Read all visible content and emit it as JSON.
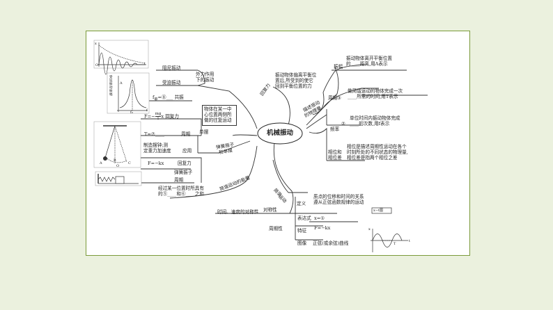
{
  "center": "机械振动",
  "right": {
    "b1": "回复力",
    "b1_desc": [
      "振动物体偏离平衡位",
      "置后,所受到的使它",
      "回到平衡位置的力"
    ],
    "b2": [
      "描述振动",
      "的物理量"
    ],
    "amp_label": "振幅",
    "amp_desc": [
      "振动物体离开平衡位置",
      "的____距离,用A表示"
    ],
    "amp_num": "④",
    "period_label": "周期",
    "period_num": "③",
    "period_desc": [
      "做简谐运动的物体完成一次",
      "____所需的时间,用T表示"
    ],
    "freq_label": "频率",
    "freq_num": "②",
    "freq_desc": [
      "单位时间内振动物体完成",
      "____的次数,用f表示"
    ],
    "phase_label": [
      "相位和",
      "相位差"
    ],
    "phase_desc": [
      "相位是描述周期性运动在各个",
      "时刻所处的不同状态的物理量,",
      "相位差是指两个相位之差"
    ]
  },
  "left": {
    "b_outside": [
      "外力作用",
      "下的振动"
    ],
    "damped": "阻尼振动",
    "forced": "受迫振动",
    "resonance": [
      "f",
      "驱",
      "=⑧___ 共振"
    ],
    "definition": [
      "物体在某一中",
      "心位置两侧所",
      "做的往复运动"
    ],
    "pendulum": "单摆",
    "pend_force": [
      "F=−",
      "mg",
      "l",
      "x 回复力"
    ],
    "pend_period": [
      "T=⑦____",
      "周期"
    ],
    "application": [
      "制造摆钟;测",
      "定重力加速度"
    ],
    "app_label": "应用",
    "b_spring": [
      "弹簧振子",
      "和单摆"
    ],
    "spring_force": [
      "F=−kx",
      "回复力"
    ],
    "spring": "弹簧振子",
    "spring_period": "周期",
    "energy": "简谐运动的能量",
    "energy_desc": [
      "经过某一位置时所具有",
      "的⑤____和⑥____之和"
    ]
  },
  "bottom": {
    "b_shm": [
      "简谐",
      "运动"
    ],
    "definition": "定义",
    "def_desc": [
      "质点的位移和时间的关系",
      "遵从正弦函数规律的运动"
    ],
    "expression_label": "表达式",
    "expression": "x=①",
    "symmetry": "对称性",
    "sym_desc": "时间、速度的对称性",
    "periodicity": "周期性",
    "feature": "特征",
    "feature_formula": "F=−kx",
    "graph_label": "图像",
    "graph_desc": "正弦(或余弦)曲线",
    "graph_caption": "x−t图",
    "axis_x": "t",
    "axis_y": "x",
    "tick_T": "T"
  },
  "illustrations": {
    "damped_axis_x": "t",
    "damped_axis_y": "x",
    "damped_origin": "O",
    "res_ylabel": [
      "受",
      "迫",
      "振",
      "动",
      "振",
      "幅"
    ],
    "res_A": "A",
    "res_f0": "f₀",
    "res_fx": "f",
    "pend_A": "A",
    "pend_B": "B",
    "pend_C": "C",
    "pend_O": "O"
  }
}
